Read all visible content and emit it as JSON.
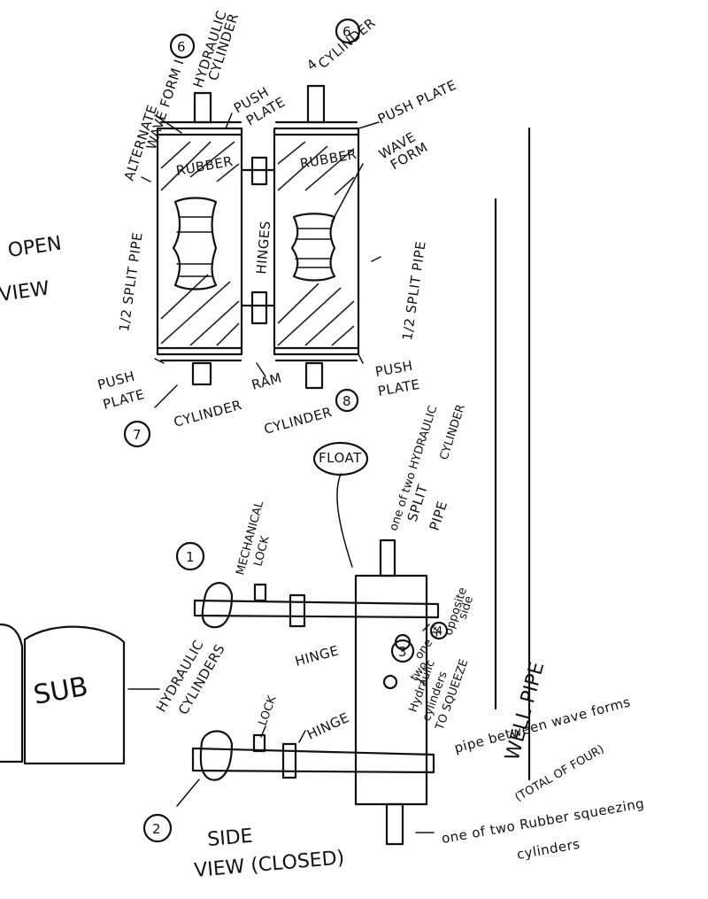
{
  "labels": {
    "open_view_1": "OPEN",
    "open_view_2": "VIEW",
    "num_6_left": "6",
    "num_6_right": "6",
    "num_7": "7",
    "num_8": "8",
    "num_1": "1",
    "num_2": "2",
    "num_3": "3",
    "num_4": "4",
    "cyl_4": "4",
    "alternate_1": "ALTERNATE",
    "alternate_2": "WAVE FORM I",
    "hydraulic_cyl_top_1": "HYDRAULIC",
    "hydraulic_cyl_top_2": "CYLINDER",
    "cylinder_top_right": "CYLINDER",
    "push_plate_top_left_1": "PUSH",
    "push_plate_top_left_2": "PLATE",
    "push_plate_top_right": "PUSH PLATE",
    "rubber_left": "RUBBER",
    "rubber_right": "RUBBER",
    "wave_form_1": "WAVE",
    "wave_form_2": "FORM",
    "split_pipe_left": "1/2 SPLIT PIPE",
    "split_pipe_right": "1/2 SPLIT PIPE",
    "hinges": "HINGES",
    "push_plate_bottom_left_1": "PUSH",
    "push_plate_bottom_left_2": "PLATE",
    "cylinder_bottom_left": "CYLINDER",
    "ram": "RAM",
    "push_plate_bottom_right_1": "PUSH",
    "push_plate_bottom_right_2": "PLATE",
    "cylinder_bottom_right": "CYLINDER",
    "float": "FLOAT",
    "one_of_two_1": "one of two HYDRAULIC",
    "one_of_two_2": "CYLINDER",
    "split_pipe_side_1": "SPLIT",
    "split_pipe_side_2": "PIPE",
    "mechanical_lock_1": "MECHANICAL",
    "mechanical_lock_2": "LOCK",
    "hinge_upper": "HINGE",
    "hinge_lower": "HINGE",
    "lock_lower": "LOCK",
    "opposite_side_1": "opposite",
    "opposite_side_2": "side",
    "one_of_two_squeeze_1": "one of",
    "one_of_two_squeeze_2": "two",
    "one_of_two_squeeze_3": "Hydraulic",
    "one_of_two_squeeze_4": "cylinders",
    "one_of_two_squeeze_5": "TO SQUEEZE",
    "pipe_between": "pipe between wave forms",
    "well_pipe": "WELL PIPE",
    "sub": "SUB",
    "hydraulic_cylinders_1": "HYDRAULIC",
    "hydraulic_cylinders_2": "CYLINDERS",
    "total_of_four": "(TOTAL OF FOUR)",
    "rubber_squeezing_1": "one of two Rubber squeezing",
    "rubber_squeezing_2": "cylinders",
    "side_view_1": "SIDE",
    "side_view_2": "VIEW (CLOSED)"
  }
}
